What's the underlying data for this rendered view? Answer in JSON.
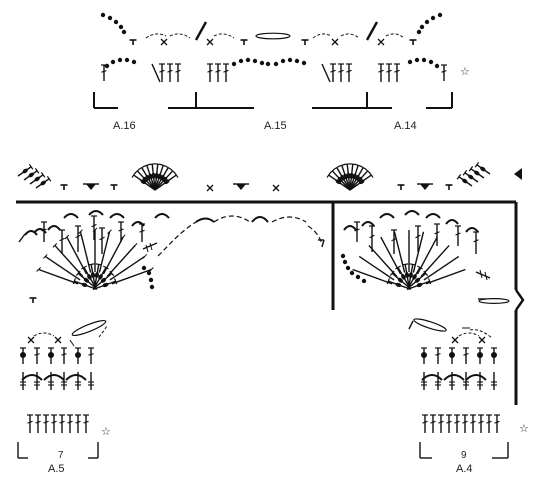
{
  "chart_labels": {
    "a16": "A.16",
    "a15": "A.15",
    "a14": "A.14",
    "a5": "A.5",
    "a4": "A.4",
    "repeat_a5": "7",
    "repeat_a4": "9",
    "star": "☆"
  },
  "colors": {
    "ink": "#111111"
  },
  "symbols": [
    "treble-crochet",
    "chain-stitch",
    "single-crochet",
    "double-crochet",
    "puff-stitch",
    "chain-arch",
    "chain-space-loop",
    "half-treble",
    "triangle-marker"
  ]
}
